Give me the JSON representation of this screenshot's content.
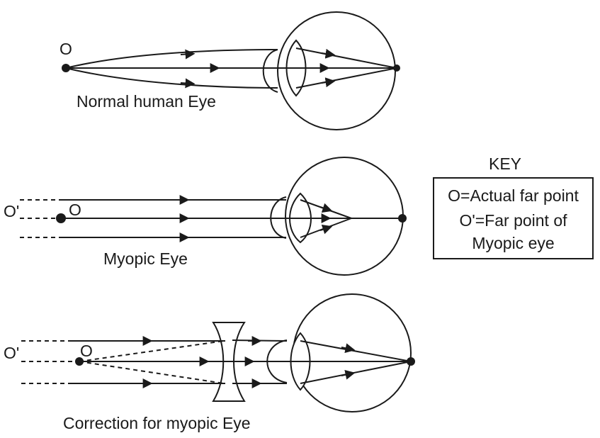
{
  "diagrams": [
    {
      "caption": "Normal human Eye",
      "point_labels": [
        "O"
      ]
    },
    {
      "caption": "Myopic Eye",
      "point_labels": [
        "O'",
        "O"
      ]
    },
    {
      "caption": "Correction for myopic Eye",
      "point_labels": [
        "O'",
        "O"
      ]
    }
  ],
  "key": {
    "title": "KEY",
    "lines": [
      "O=Actual far point",
      "O'=Far point of",
      "Myopic eye"
    ]
  },
  "colors": {
    "ink": "#1a1a1a",
    "background": "#ffffff"
  }
}
